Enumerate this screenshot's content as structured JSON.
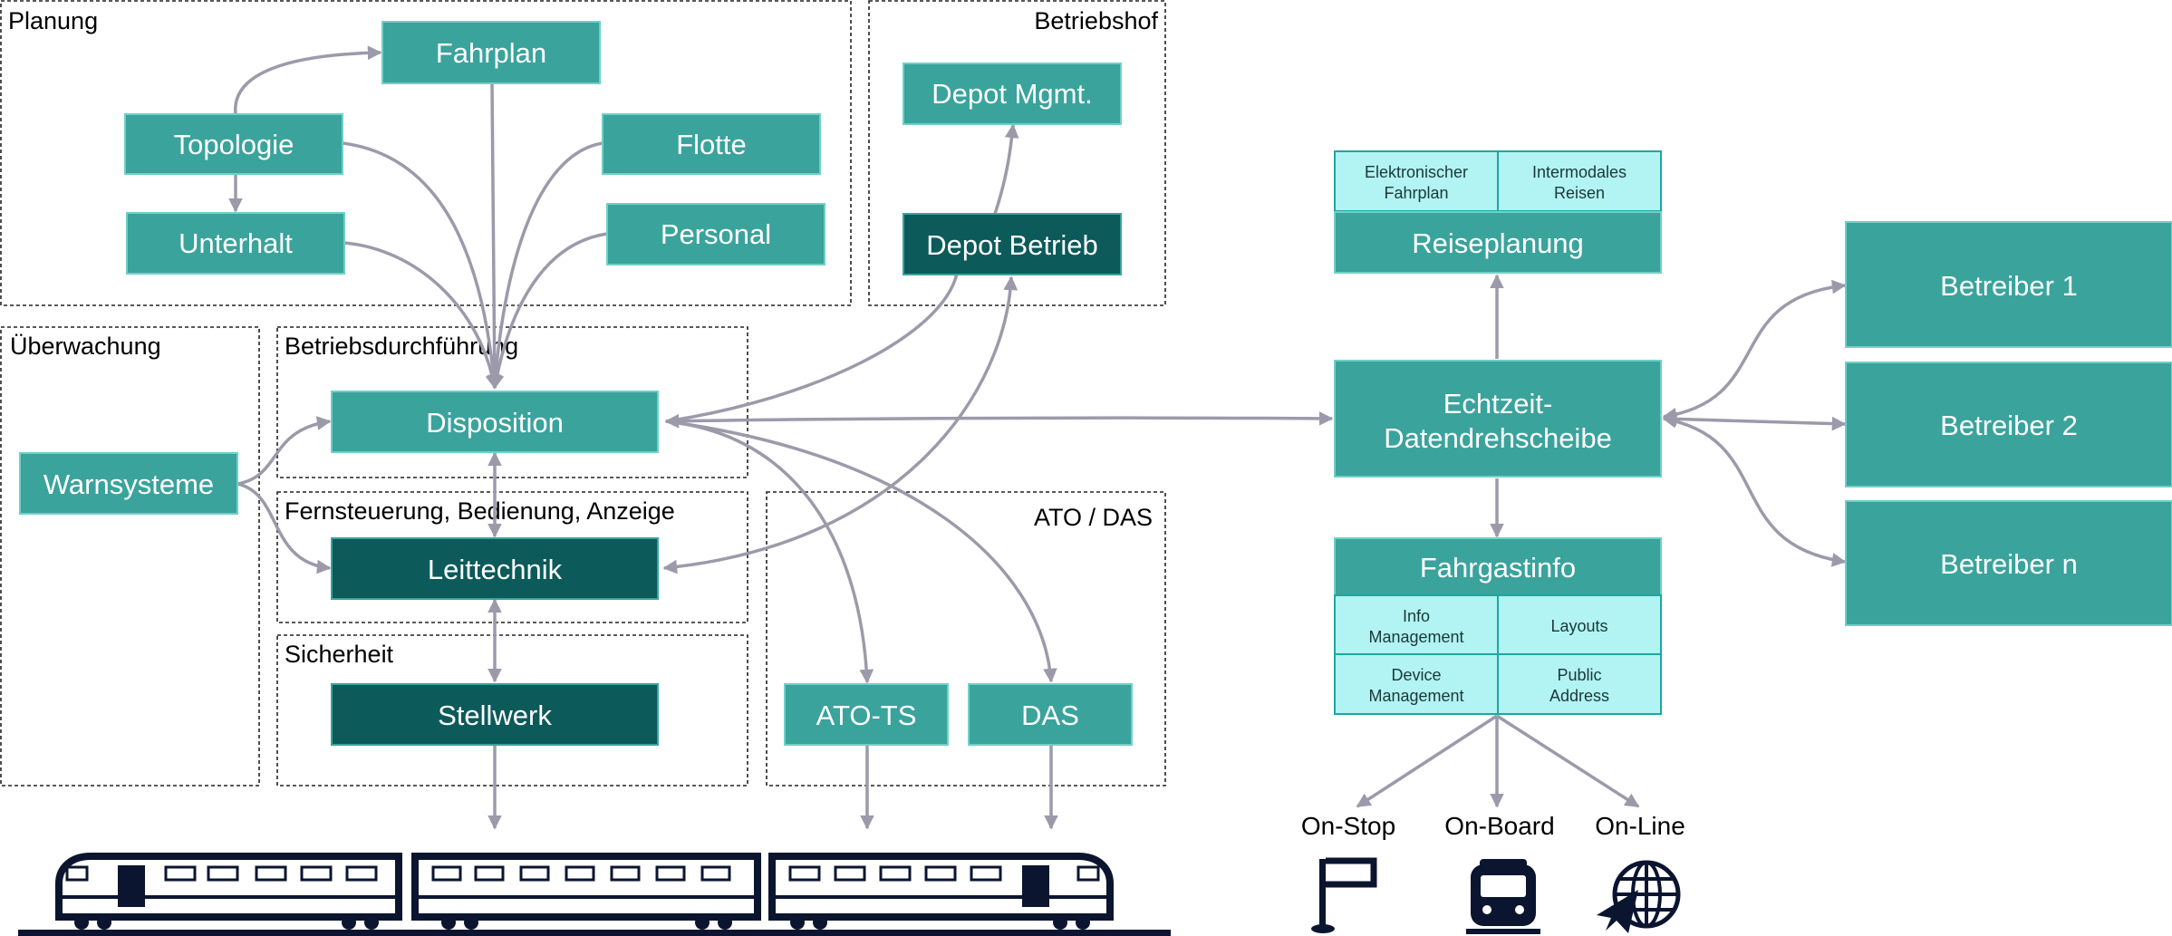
{
  "zones": {
    "planung": "Planung",
    "betriebshof": "Betriebshof",
    "ueberwachung": "Überwachung",
    "betriebsdurchfuehrung": "Betriebsdurchführung",
    "fernsteuerung": "Fernsteuerung, Bedienung, Anzeige",
    "sicherheit": "Sicherheit",
    "ato_das": "ATO / DAS"
  },
  "nodes": {
    "fahrplan": "Fahrplan",
    "topologie": "Topologie",
    "unterhalt": "Unterhalt",
    "flotte": "Flotte",
    "personal": "Personal",
    "depot_mgmt": "Depot Mgmt.",
    "depot_betrieb": "Depot Betrieb",
    "warnsysteme": "Warnsysteme",
    "disposition": "Disposition",
    "leittechnik": "Leittechnik",
    "stellwerk": "Stellwerk",
    "ato_ts": "ATO-TS",
    "das": "DAS",
    "reiseplanung": "Reiseplanung",
    "elektronischer_fahrplan": [
      "Elektronischer",
      "Fahrplan"
    ],
    "intermodales_reisen": [
      "Intermodales",
      "Reisen"
    ],
    "echtzeit": [
      "Echtzeit-",
      "Datendrehscheibe"
    ],
    "fahrgastinfo": "Fahrgastinfo",
    "info_management": [
      "Info",
      "Management"
    ],
    "layouts": "Layouts",
    "device_management": [
      "Device",
      "Management"
    ],
    "public_address": [
      "Public",
      "Address"
    ],
    "betreiber_1": "Betreiber 1",
    "betreiber_2": "Betreiber 2",
    "betreiber_n": "Betreiber n"
  },
  "outputs": {
    "on_stop": "On-Stop",
    "on_board": "On-Board",
    "on_line": "On-Line"
  },
  "icons": [
    "flag-icon",
    "train-front-icon",
    "globe-cursor-icon",
    "train-icon"
  ],
  "colors": {
    "box": "#3aa39c",
    "box_dark": "#0c5a5a",
    "cell": "#b2f3f3",
    "connector": "#9c9aaa",
    "ink": "#0b1530"
  }
}
